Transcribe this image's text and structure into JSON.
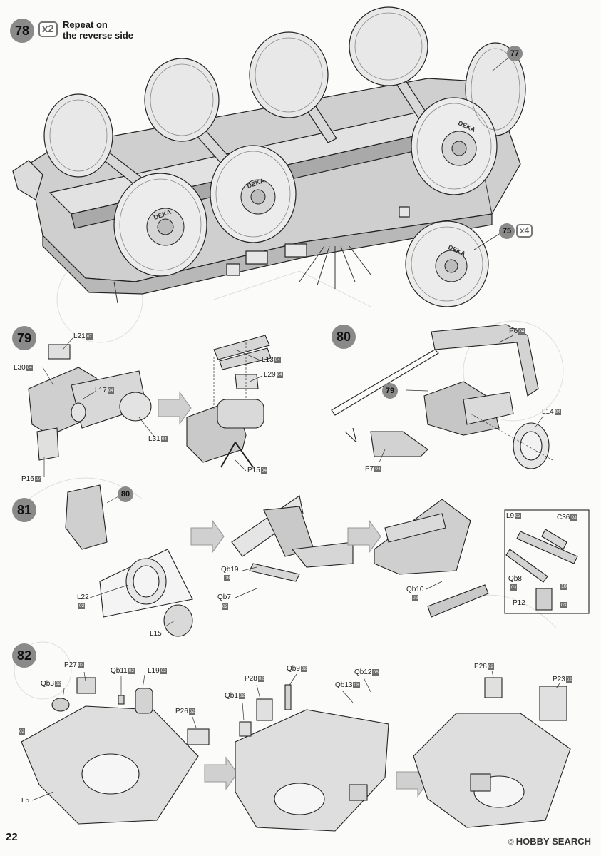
{
  "page": {
    "number": "22"
  },
  "watermark": {
    "brand": "HOBBY SEARCH",
    "copyright": "©"
  },
  "steps": {
    "s78": {
      "number": "78",
      "multiplier": "x2",
      "note_line1": "Repeat on",
      "note_line2": "the reverse side",
      "ref77": "77",
      "ref75": "75",
      "ref75_mult": "x4"
    },
    "s79": {
      "number": "79",
      "parts": {
        "L21": "L21",
        "L21_s": "07",
        "L30": "L30",
        "L30_s": "04",
        "L17": "L17",
        "L17_s": "04",
        "L31": "L31",
        "L31_s": "04",
        "P16": "P16",
        "P16_s": "07",
        "L13": "L13",
        "L13_s": "04",
        "L29": "L29",
        "L29_s": "04",
        "P15": "P15",
        "P15_s": "04"
      }
    },
    "s80": {
      "number": "80",
      "ref79": "79",
      "parts": {
        "P6": "P6",
        "P6_s": "04",
        "L14": "L14",
        "L14_s": "04",
        "P7": "P7",
        "P7_s": "04"
      }
    },
    "s81": {
      "number": "81",
      "ref80": "80",
      "parts": {
        "L22": "L22",
        "L22_s": "02",
        "L15": "L15",
        "Qb19": "Qb19",
        "Qb19_s": "08",
        "Qb7": "Qb7",
        "Qb7_s": "02",
        "Qb10": "Qb10",
        "Qb10_s": "02",
        "L9": "L9",
        "L9_s": "03",
        "C36": "C36",
        "C36_s": "03",
        "Qb8": "Qb8",
        "Qb8_s": "03",
        "n10": "10",
        "P12": "P12",
        "P12_s": "03"
      }
    },
    "s82": {
      "number": "82",
      "parts": {
        "P27": "P27",
        "P27_s": "02",
        "Qb3": "Qb3",
        "Qb3_s": "02",
        "Qb11": "Qb11",
        "Qb11_s": "02",
        "L19": "L19",
        "L19_s": "02",
        "P26": "P26",
        "P26_s": "02",
        "L5_s": "02",
        "L5": "L5",
        "P28a": "P28",
        "P28a_s": "02",
        "Qb9": "Qb9",
        "Qb9_s": "02",
        "Qb12": "Qb12",
        "Qb12_s": "08",
        "Qb13": "Qb13",
        "Qb13_s": "08",
        "Qb1": "Qb1",
        "Qb1_s": "02",
        "P28b": "P28",
        "P28b_s": "02",
        "P23": "P23",
        "P23_s": "02"
      }
    }
  },
  "tire_text": {
    "brand": "DEKA"
  },
  "colors": {
    "part_gray": "#c8c8c8",
    "label_gray": "#8a8a8a",
    "line": "#222222",
    "ghost": "#d9d9d9"
  }
}
